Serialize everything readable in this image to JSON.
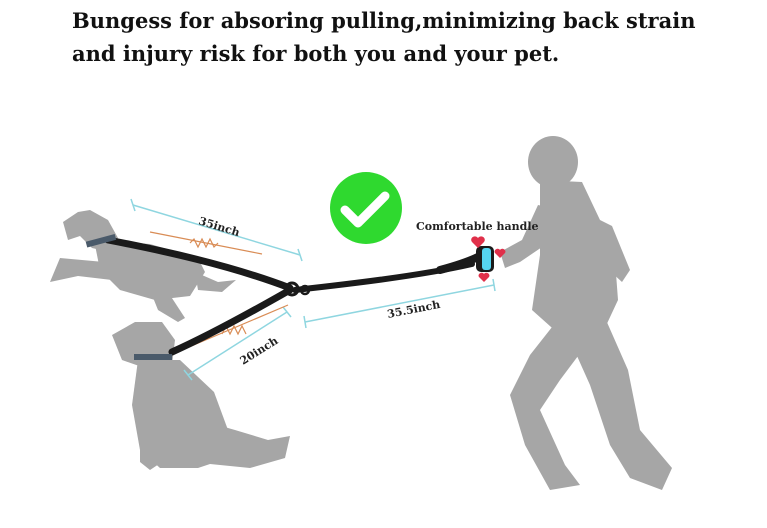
{
  "headline": {
    "line1": "Bungess for absoring pulling,minimizing back strain",
    "line2": "and injury risk for both you and your pet."
  },
  "labels": {
    "upper_bungee_length": "35inch",
    "lower_bungee_length": "20inch",
    "main_leash_length": "35.5inch",
    "handle": "Comfortable handle"
  },
  "icons": {
    "check": "check-mark-icon",
    "heart": "heart-icon"
  },
  "colors": {
    "silhouette": "#a6a6a6",
    "leash": "#1a1a1a",
    "dimension_line": "#8fd6e0",
    "bungee_marker": "#d98c55",
    "check_green": "#2fd92f",
    "heart_red": "#e0304a",
    "handle_cyan": "#55d4f0"
  }
}
